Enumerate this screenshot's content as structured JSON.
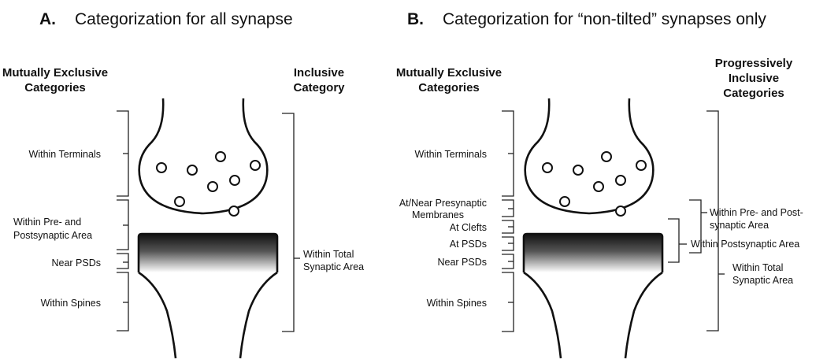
{
  "panel_a": {
    "letter": "A.",
    "title": "Categorization for all synapse",
    "left_header": [
      "Mutually Exclusive",
      "Categories"
    ],
    "right_header": [
      "Inclusive",
      "Category"
    ],
    "left_labels": {
      "terminals": "Within Terminals",
      "prepost_1": "Within Pre- and",
      "prepost_2": "Postsynaptic Area",
      "near_psds": "Near PSDs",
      "spines": "Within Spines"
    },
    "right_labels": {
      "total_1": "Within Total",
      "total_2": "Synaptic Area"
    }
  },
  "panel_b": {
    "letter": "B.",
    "title": "Categorization for “non-tilted” synapses only",
    "left_header": [
      "Mutually Exclusive",
      "Categories"
    ],
    "right_header": [
      "Progressively",
      "Inclusive",
      "Categories"
    ],
    "left_labels": {
      "terminals": "Within Terminals",
      "presyn_1": "At/Near Presynaptic",
      "presyn_2": "Membranes",
      "clefts": "At Clefts",
      "at_psds": "At PSDs",
      "near_psds": "Near PSDs",
      "spines": "Within Spines"
    },
    "right_labels": {
      "prepost_1": "Within Pre- and Post-",
      "prepost_2": "synaptic Area",
      "postsyn": "Within Postsynaptic Area",
      "total_1": "Within Total",
      "total_2": "Synaptic Area"
    }
  }
}
